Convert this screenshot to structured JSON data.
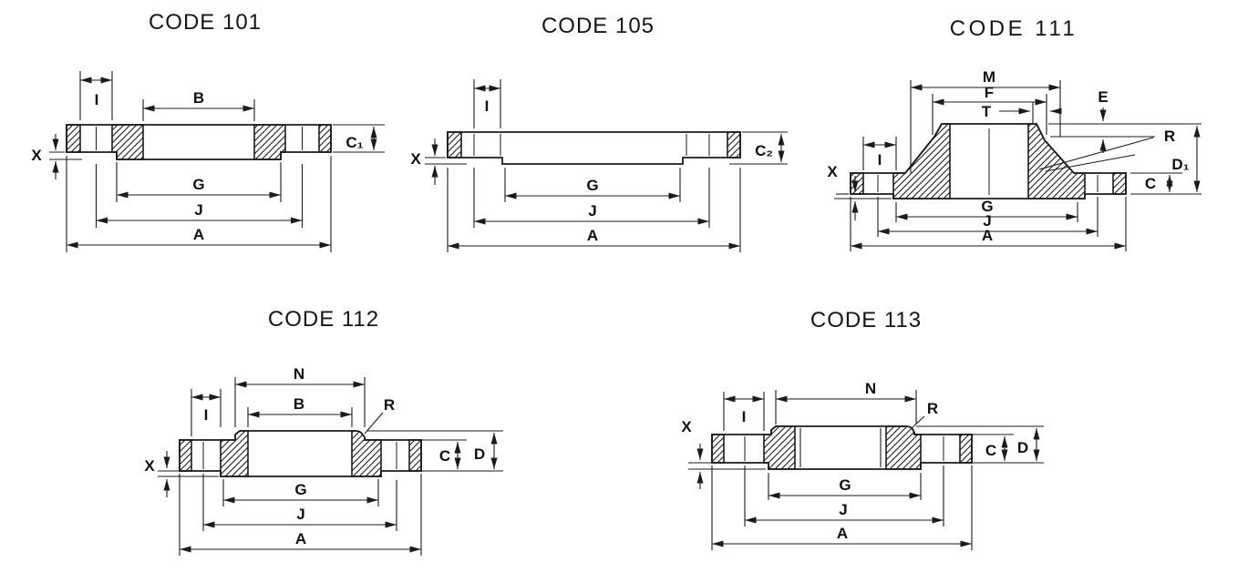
{
  "figures": {
    "code101": {
      "title": "CODE 101",
      "labels": {
        "I": "I",
        "B": "B",
        "X": "X",
        "C1": "C₁",
        "G": "G",
        "J": "J",
        "A": "A"
      }
    },
    "code105": {
      "title": "CODE 105",
      "labels": {
        "I": "I",
        "X": "X",
        "C2": "C₂",
        "G": "G",
        "J": "J",
        "A": "A"
      }
    },
    "code111": {
      "title": "CODE 111",
      "labels": {
        "M": "M",
        "F": "F",
        "T": "T",
        "E": "E",
        "R": "R",
        "D1": "D₁",
        "C": "C",
        "I": "I",
        "X": "X",
        "G": "G",
        "J": "J",
        "A": "A"
      }
    },
    "code112": {
      "title": "CODE 112",
      "labels": {
        "N": "N",
        "B": "B",
        "R": "R",
        "I": "I",
        "X": "X",
        "C": "C",
        "D": "D",
        "G": "G",
        "J": "J",
        "A": "A"
      }
    },
    "code113": {
      "title": "CODE 113",
      "labels": {
        "N": "N",
        "R": "R",
        "X": "X",
        "I": "I",
        "C": "C",
        "D": "D",
        "G": "G",
        "J": "J",
        "A": "A"
      }
    }
  },
  "colors": {
    "line": "#1b1b1b",
    "background": "#ffffff"
  }
}
